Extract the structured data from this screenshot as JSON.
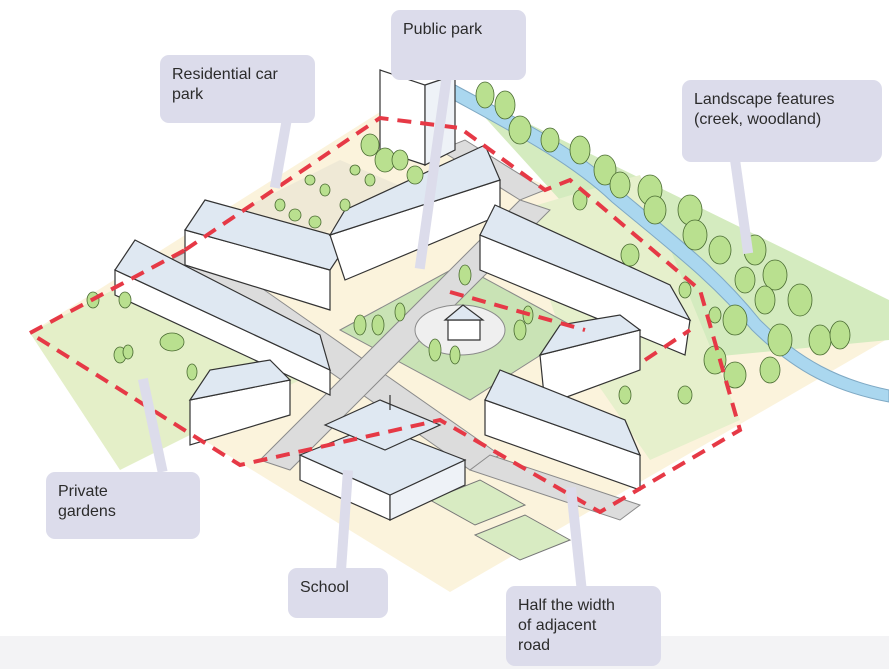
{
  "colors": {
    "callout_bg": "#dcdceb",
    "boundary": "#e63946",
    "green_area": "#cfe6b3",
    "park_green": "#c9e3b5",
    "sand": "#fbf3dc",
    "road": "#dcdcdc",
    "roof": "#dfe8f2",
    "wall": "#ffffff",
    "creek": "#aad7ef",
    "tree": "#b9e08f"
  },
  "callouts": {
    "public_park": "Public park",
    "residential_car_park": "Residential car\npark",
    "landscape_features": "Landscape features\n(creek, woodland)",
    "private_gardens": "Private\ngardens",
    "school": "School",
    "half_width_road": "Half the width\nof adjacent\nroad"
  }
}
